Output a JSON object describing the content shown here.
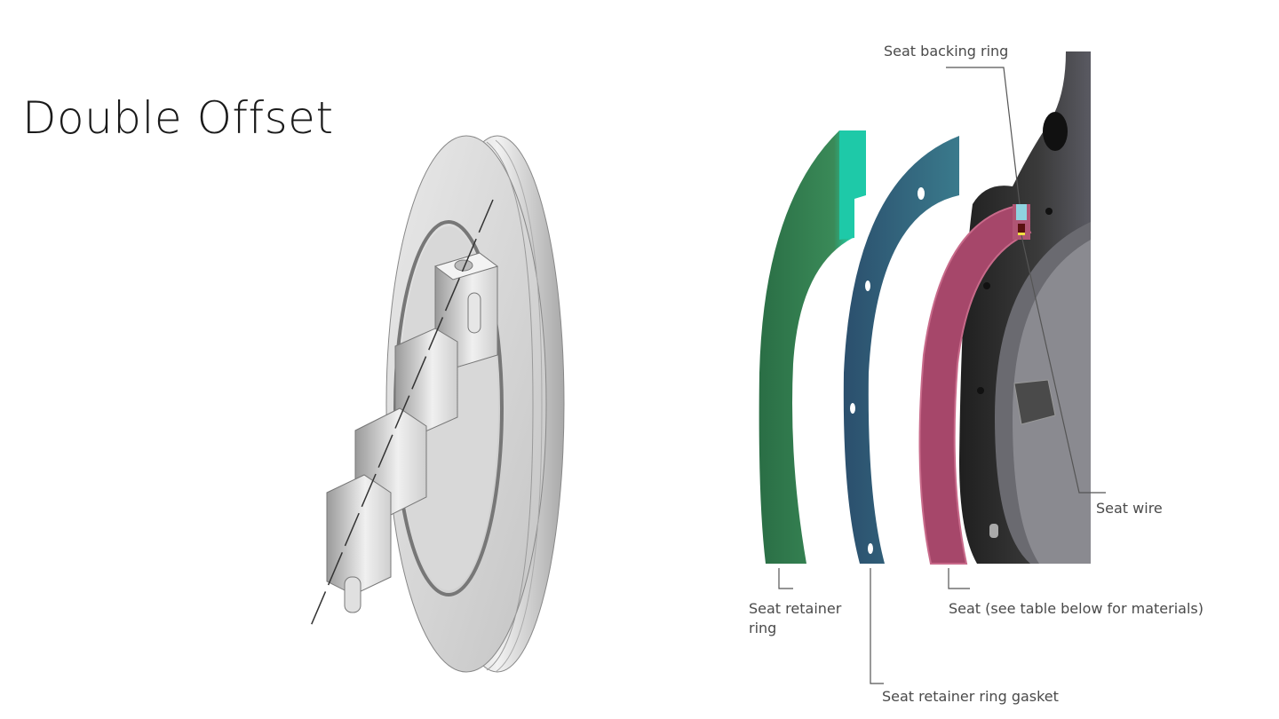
{
  "slide": {
    "title": "Double Offset"
  },
  "left_figure": {
    "description": "Isometric illustration of double offset disc with shaft blocks",
    "colors": {
      "disc": "#d9d9d9",
      "edge": "#8a8a8a"
    }
  },
  "right_figure": {
    "description": "Exploded view of seat assembly",
    "labels": {
      "seat_backing_ring": "Seat backing ring",
      "seat_wire": "Seat wire",
      "seat_retainer_ring_line1": "Seat retainer",
      "seat_retainer_ring_line2": "ring",
      "seat_retainer_ring_gasket": "Seat retainer ring gasket",
      "seat": "Seat (see table below for materials)"
    },
    "colors": {
      "retainer_ring": "#2e7d4f",
      "retainer_ring_face": "#19c7a8",
      "gasket": "#2f5f7a",
      "seat": "#b0506e",
      "body": "#2b2b2b",
      "backing_ring": "#8fd3e0"
    }
  }
}
